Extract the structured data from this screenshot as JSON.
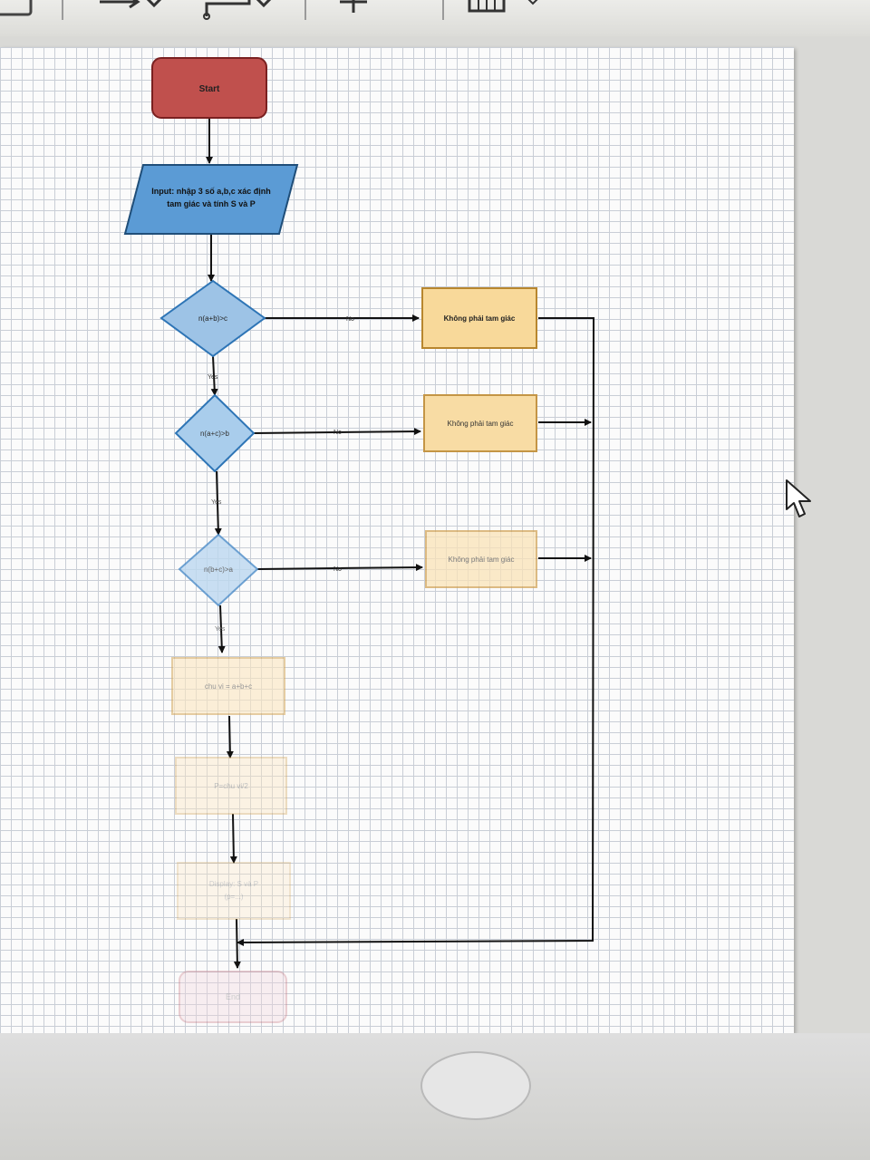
{
  "diagram": {
    "start": "Start",
    "input": [
      "Input: nhập 3 số a,b,c xác định",
      "tam giác và tính S và P"
    ],
    "decision1": "n(a+b)>c",
    "decision2": "n(a+c)>b",
    "decision3": "n(b+c)>a",
    "no_label": "No",
    "yes_label": "Yes",
    "not_triangle_1": "Không phải tam giác",
    "not_triangle_2": "Không phải tam giác",
    "not_triangle_3": "Không phải tam giác",
    "perimeter": "chu vi = a+b+c",
    "half_perimeter": "P=chu vi/2",
    "output": [
      "Display: S và P",
      "(p=...)"
    ],
    "end": "End"
  },
  "colors": {
    "start_fill": "#c0504d",
    "input_fill": "#5b9bd5",
    "decision_fill": "#9dc3e6",
    "process_fill": "#f8d99a",
    "process_stroke": "#d2a04a",
    "end_stroke": "#c97a86"
  }
}
